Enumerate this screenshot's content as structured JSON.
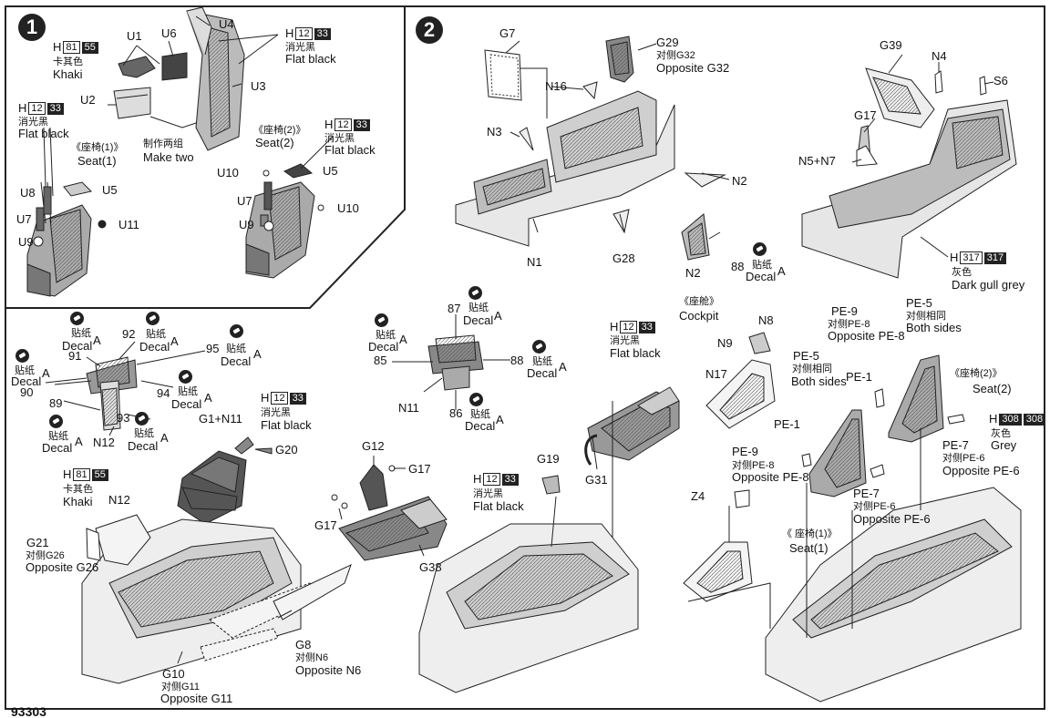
{
  "page_code": "93303",
  "steps": [
    {
      "number": "1"
    },
    {
      "number": "2"
    }
  ],
  "colors": {
    "khaki_box": "#ffffff",
    "dark_box": "#222222",
    "line": "#222222",
    "part_fill": "#9a9a9a",
    "part_fill_light": "#d6d6d6"
  },
  "step1": {
    "parts": {
      "U1": "U1",
      "U2": "U2",
      "U3": "U3",
      "U4": "U4",
      "U5a": "U5",
      "U5b": "U5",
      "U6": "U6",
      "U7a": "U7",
      "U7b": "U7",
      "U8": "U8",
      "U9a": "U9",
      "U9b": "U9",
      "U10a": "U10",
      "U10b": "U10",
      "U11": "U11"
    },
    "paint_khaki": {
      "code": "H",
      "num": "81",
      "num2": "55",
      "cn": "卡其色",
      "en": "Khaki"
    },
    "paint_black1": {
      "code": "H",
      "num": "12",
      "num2": "33",
      "cn": "消光黑",
      "en": "Flat black"
    },
    "paint_black2": {
      "code": "H",
      "num": "12",
      "num2": "33",
      "cn": "消光黑",
      "en": "Flat black"
    },
    "paint_black3": {
      "code": "H",
      "num": "12",
      "num2": "33",
      "cn": "消光黑",
      "en": "Flat black"
    },
    "seat1_cn": "《座椅(1)》",
    "seat1_en": "Seat(1)",
    "seat2_cn": "《座椅(2)》",
    "seat2_en": "Seat(2)",
    "make_two_cn": "制作两组",
    "make_two_en": "Make two"
  },
  "step2": {
    "parts": {
      "G7": "G7",
      "G29": "G29",
      "G29_cn": "对侧G32",
      "G29_en": "Opposite G32",
      "N16": "N16",
      "N3": "N3",
      "N2a": "N2",
      "N2b": "N2",
      "N1": "N1",
      "G28": "G28",
      "G39": "G39",
      "N4": "N4",
      "S6": "S6",
      "G17": "G17",
      "N5N7": "N5+N7"
    },
    "decal_88": "88",
    "decal_cn": "贴纸",
    "decal_en": "Decal",
    "decal_a": "A",
    "cockpit_cn": "《座舱》",
    "cockpit_en": "Cockpit",
    "paint_grey": {
      "code": "H",
      "num": "317",
      "num2": "317",
      "cn": "灰色",
      "en": "Dark gull grey"
    }
  },
  "step3": {
    "decals": {
      "d92": "92",
      "d91": "91",
      "d95": "95",
      "d90": "90",
      "d89": "89",
      "d94": "94",
      "d93": "93",
      "n12": "N12"
    },
    "decal_cn": "贴纸",
    "decal_en": "Decal",
    "a": "A",
    "g1n11": "G1+N11",
    "g20": "G20",
    "paint_black": {
      "code": "H",
      "num": "12",
      "num2": "33",
      "cn": "消光黑",
      "en": "Flat black"
    },
    "paint_khaki": {
      "code": "H",
      "num": "81",
      "num2": "55",
      "cn": "卡其色",
      "en": "Khaki"
    },
    "n12b": "N12",
    "g21": "G21",
    "g21_cn": "对侧G26",
    "g21_en": "Opposite G26",
    "g10": "G10",
    "g10_cn": "对侧G11",
    "g10_en": "Opposite G11",
    "g8": "G8",
    "g8_cn": "对侧N6",
    "g8_en": "Opposite N6"
  },
  "step4": {
    "decals": {
      "d87": "87",
      "d85": "85",
      "d88": "88",
      "d86": "86",
      "n11": "N11"
    },
    "g12": "G12",
    "g17a": "G17",
    "g17b": "G17",
    "g38": "G38",
    "paint_black": {
      "code": "H",
      "num": "12",
      "num2": "33",
      "cn": "消光黑",
      "en": "Flat black"
    }
  },
  "step5": {
    "paint_black": {
      "code": "H",
      "num": "12",
      "num2": "33",
      "cn": "消光黑",
      "en": "Flat black"
    },
    "g19": "G19",
    "g31": "G31",
    "n8": "N8",
    "n9": "N9",
    "n17": "N17",
    "z4": "Z4",
    "pe9a": "PE-9",
    "pe9a_cn": "对侧PE-8",
    "pe9a_en": "Opposite PE-8",
    "pe5a": "PE-5",
    "pe5a_cn": "对侧相同",
    "pe5a_en": "Both sides",
    "pe5b": "PE-5",
    "pe5b_cn": "对侧相同",
    "pe5b_en": "Both sides",
    "pe1a": "PE-1",
    "pe1b": "PE-1",
    "seat2_cn": "《座椅(2)》",
    "seat2_en": "Seat(2)",
    "paint_grey": {
      "code": "H",
      "num": "308",
      "num2": "308",
      "cn": "灰色",
      "en": "Grey"
    },
    "pe7a": "PE-7",
    "pe7a_cn": "对侧PE-6",
    "pe7a_en": "Opposite PE-6",
    "pe9b": "PE-9",
    "pe9b_cn": "对侧PE-8",
    "pe9b_en": "Opposite PE-8",
    "pe7b": "PE-7",
    "pe7b_cn": "对侧PE-6",
    "pe7b_en": "Opposite PE-6",
    "seat1_cn": "《 座椅(1)》",
    "seat1_en": "Seat(1)"
  }
}
